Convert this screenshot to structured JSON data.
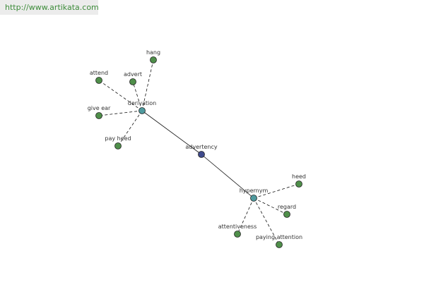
{
  "site": {
    "url_text": "http://www.artikata.com"
  },
  "colors": {
    "word": "#4f8f4a",
    "relation": "#4f9a9e",
    "center": "#3f4a8c"
  },
  "graph": {
    "center": {
      "label": "advertency"
    },
    "hubs": [
      {
        "id": "derivation",
        "label": "derivation",
        "leaves": [
          "hang",
          "advert",
          "attend",
          "give ear",
          "pay heed"
        ]
      },
      {
        "id": "hypernym",
        "label": "hypernym",
        "leaves": [
          "heed",
          "regard",
          "attentiveness",
          "paying attention"
        ]
      }
    ]
  }
}
